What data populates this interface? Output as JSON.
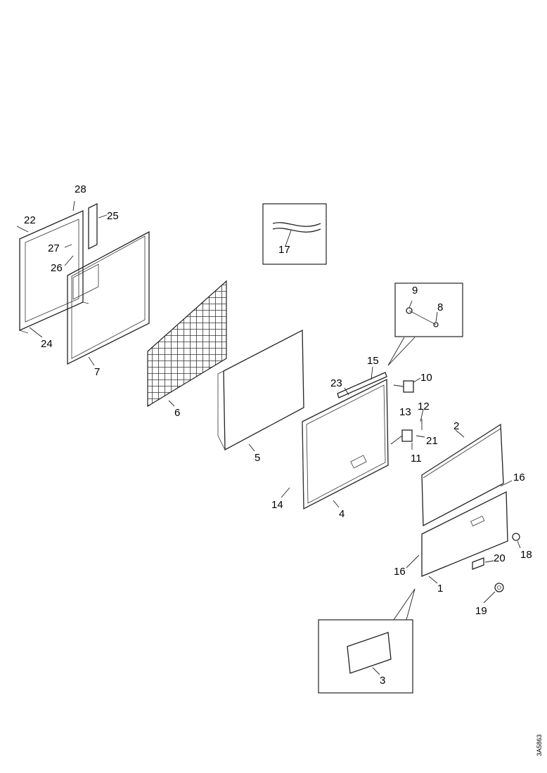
{
  "document_number": "3A5863",
  "callouts": [
    "1",
    "2",
    "3",
    "4",
    "5",
    "6",
    "7",
    "8",
    "9",
    "10",
    "11",
    "12",
    "13",
    "14",
    "15",
    "16",
    "16",
    "17",
    "18",
    "19",
    "20",
    "21",
    "22",
    "23",
    "24",
    "25",
    "26",
    "27",
    "28"
  ]
}
